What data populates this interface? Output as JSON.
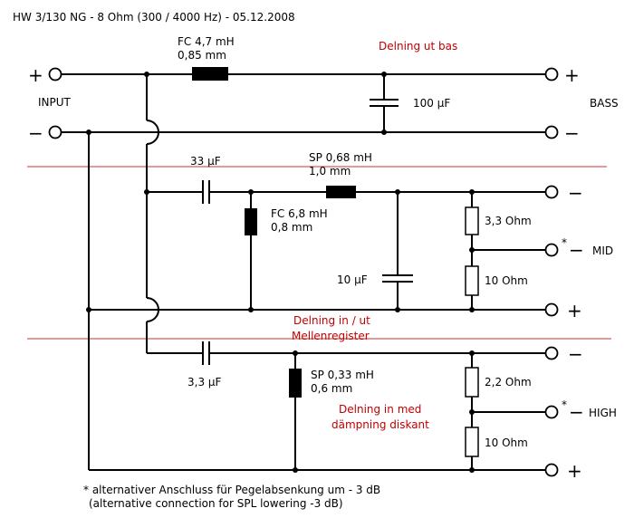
{
  "title": "HW 3/130 NG - 8 Ohm  (300 / 4000 Hz)   -  05.12.2008",
  "colors": {
    "wire": "#000000",
    "annotation": "#c00000",
    "divider": "#d03030"
  },
  "input": {
    "label": "INPUT",
    "plus": "+",
    "minus": "−"
  },
  "bass": {
    "label": "BASS",
    "plus": "+",
    "minus": "−",
    "coil_name": "FC 4,7 mH",
    "coil_wire": "0,85 mm",
    "cap": "100 µF",
    "note": "Delning ut bas"
  },
  "mid": {
    "label": "MID",
    "star": "*",
    "plus": "+",
    "minus": "−",
    "cap_series": "33 µF",
    "coil_series_name": "SP 0,68 mH",
    "coil_series_wire": "1,0 mm",
    "coil_shunt_name": "FC 6,8 mH",
    "coil_shunt_wire": "0,8 mm",
    "cap_shunt": "10 µF",
    "res_top": "3,3 Ohm",
    "res_bottom": "10 Ohm",
    "note_line1": "Delning in / ut",
    "note_line2": "Mellenregister"
  },
  "high": {
    "label": "HIGH",
    "star": "*",
    "plus": "+",
    "minus": "−",
    "cap_series": "3,3 µF",
    "coil_shunt_name": "SP 0,33 mH",
    "coil_shunt_wire": "0,6 mm",
    "res_top": "2,2 Ohm",
    "res_bottom": "10 Ohm",
    "note_line1": "Delning in med",
    "note_line2": "dämpning diskant"
  },
  "footnote": {
    "line1": "* alternativer Anschluss für Pegelabsenkung um - 3 dB",
    "line2": "(alternative connection for SPL lowering  -3 dB)"
  }
}
